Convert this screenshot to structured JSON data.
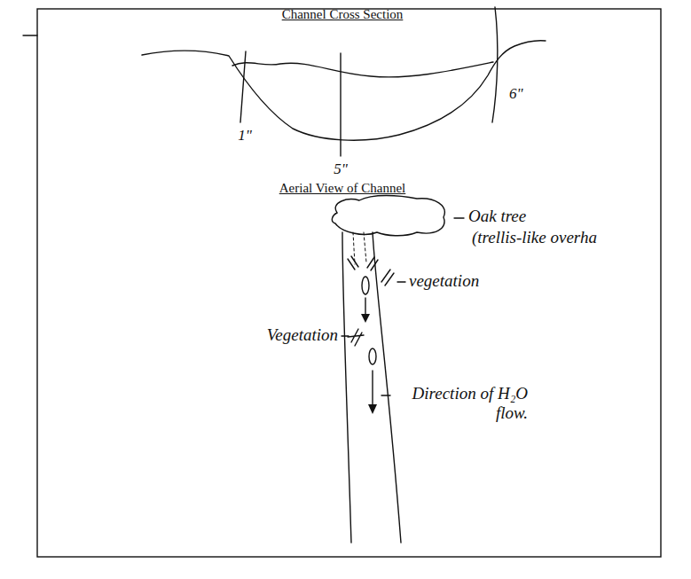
{
  "diagram": {
    "labels": [
      "Channel Cross Section",
      "1\"",
      "5\"",
      "6\"",
      "Aerial View of Channel",
      "Oak tree",
      "(trellis-like overha",
      "vegetation",
      "Vegetation",
      "Direction of H₂O flow."
    ]
  }
}
